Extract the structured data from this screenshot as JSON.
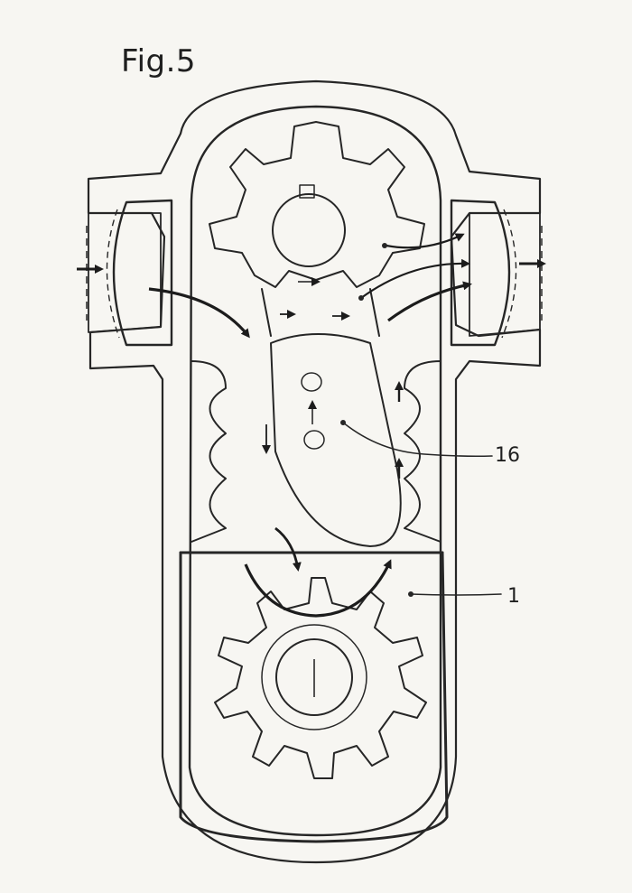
{
  "figure": {
    "title": "Fig.5",
    "reference_numerals": [
      {
        "id": "ref-16",
        "label": "16"
      },
      {
        "id": "ref-1",
        "label": "1"
      }
    ]
  },
  "colors": {
    "paper": "#f7f6f2",
    "ink": "#262626",
    "stipple": "#3a3a3a"
  }
}
